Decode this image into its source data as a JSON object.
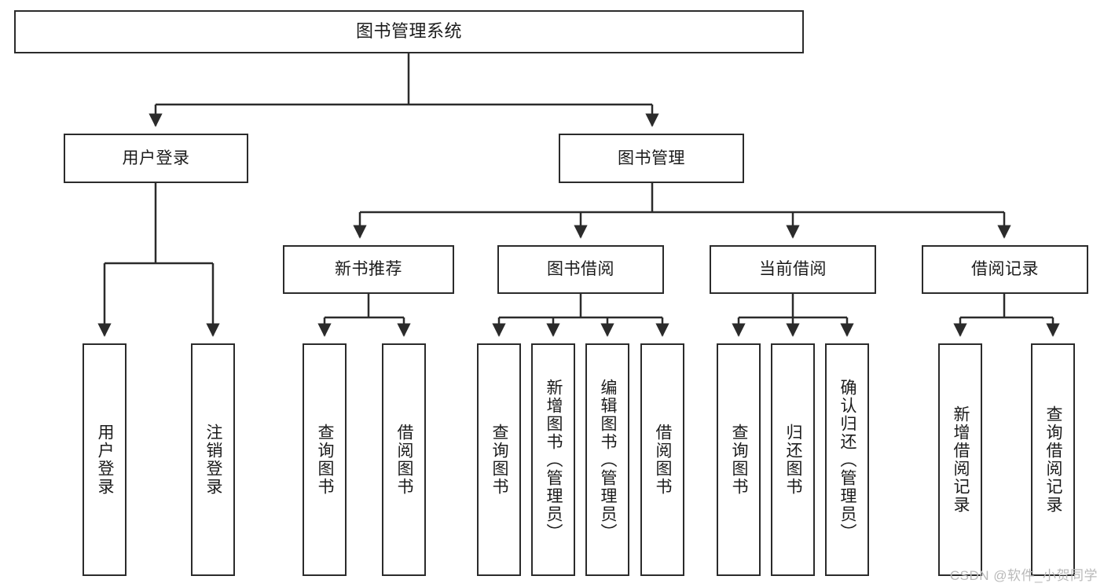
{
  "diagram": {
    "title_text": "图书管理系统",
    "type": "tree-hierarchy-diagram",
    "watermark": "CSDN @软件_小贺同学",
    "colors": {
      "border": "#2b2b2b",
      "background": "#ffffff",
      "text": "#1b1b1b",
      "watermark": "#b9b9b9"
    },
    "root": {
      "label": "图书管理系统"
    },
    "level1": [
      {
        "label": "用户登录"
      },
      {
        "label": "图书管理"
      }
    ],
    "level2": [
      {
        "label": "新书推荐"
      },
      {
        "label": "图书借阅"
      },
      {
        "label": "当前借阅"
      },
      {
        "label": "借阅记录"
      }
    ],
    "leaves": {
      "user_login": [
        {
          "label": "用户登录"
        },
        {
          "label": "注销登录"
        }
      ],
      "new_book_recommend": [
        {
          "label": "查询图书"
        },
        {
          "label": "借阅图书"
        }
      ],
      "book_borrow": [
        {
          "label": "查询图书"
        },
        {
          "label": "新增图书（管理员）"
        },
        {
          "label": "编辑图书（管理员）"
        },
        {
          "label": "借阅图书"
        }
      ],
      "current_borrow": [
        {
          "label": "查询图书"
        },
        {
          "label": "归还图书"
        },
        {
          "label": "确认归还（管理员）"
        }
      ],
      "borrow_record": [
        {
          "label": "新增借阅记录"
        },
        {
          "label": "查询借阅记录"
        }
      ]
    }
  }
}
